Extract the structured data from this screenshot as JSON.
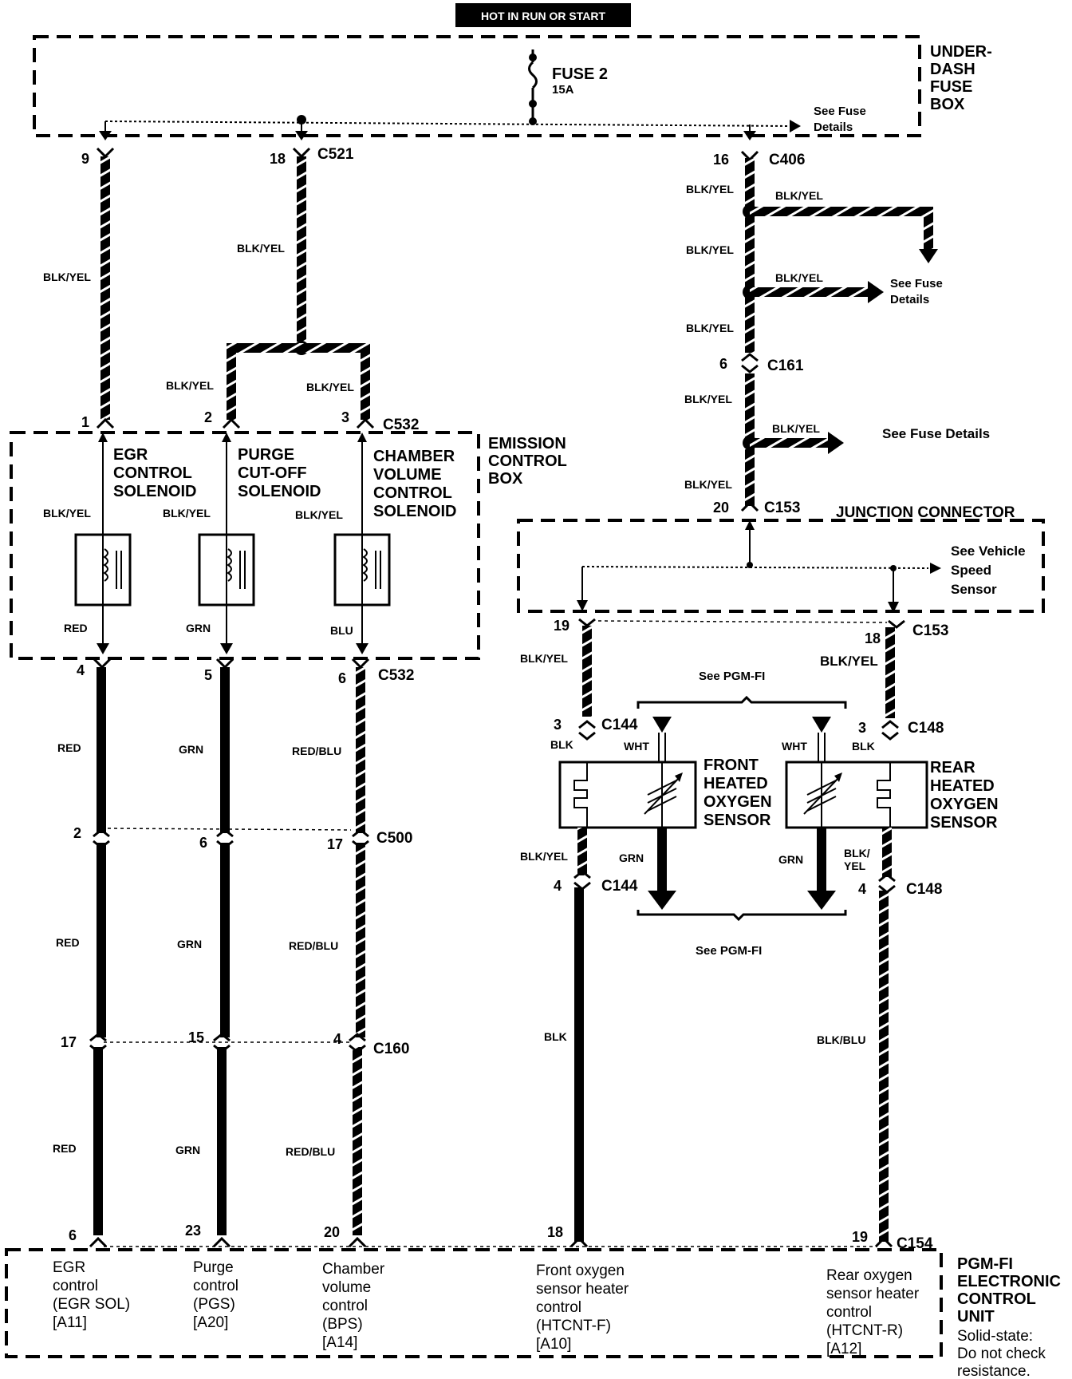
{
  "header": {
    "title": "HOT IN RUN OR START"
  },
  "fuse_box": {
    "label_lines": [
      "UNDER-",
      "DASH",
      "FUSE",
      "BOX"
    ],
    "fuse_name": "FUSE 2",
    "fuse_rating": "15A",
    "see_fuse_details": [
      "See Fuse",
      "Details"
    ]
  },
  "connectors": {
    "c521": {
      "name": "C521",
      "pin_a": "9",
      "pin_b": "18"
    },
    "c406": {
      "name": "C406",
      "pin": "16"
    },
    "c161": {
      "name": "C161",
      "pin": "6"
    },
    "c153_top": {
      "name": "C153",
      "pin": "20"
    },
    "c532_top": {
      "name": "C532",
      "pins": [
        "1",
        "2",
        "3"
      ]
    },
    "c532_bot": {
      "name": "C532",
      "pins": [
        "4",
        "5",
        "6"
      ]
    },
    "c500": {
      "name": "C500",
      "pins": [
        "2",
        "6",
        "17"
      ]
    },
    "c160": {
      "name": "C160",
      "pins": [
        "17",
        "15",
        "4"
      ]
    },
    "c153_bot": {
      "name": "C153",
      "pins": [
        "19",
        "18"
      ]
    },
    "c144_top": {
      "name": "C144",
      "pin": "3"
    },
    "c144_bot": {
      "name": "C144",
      "pin": "4"
    },
    "c148_top": {
      "name": "C148",
      "pin": "3"
    },
    "c148_bot": {
      "name": "C148",
      "pin": "4"
    },
    "c154": {
      "name": "C154",
      "pins": [
        "6",
        "23",
        "20",
        "18",
        "19"
      ]
    }
  },
  "wires": {
    "blk_yel": "BLK/YEL",
    "red": "RED",
    "grn": "GRN",
    "blu": "BLU",
    "red_blu": "RED/BLU",
    "blk": "BLK",
    "wht": "WHT",
    "blk_blu": "BLK/BLU",
    "blk_yel_split": [
      "BLK/",
      "YEL"
    ]
  },
  "notes": {
    "see_fuse_details_1": [
      "See Fuse",
      "Details"
    ],
    "see_fuse_details_2": "See Fuse Details",
    "see_pgm_fi_top": "See PGM-FI",
    "see_pgm_fi_bottom": "See PGM-FI",
    "see_vss": [
      "See Vehicle",
      "Speed",
      "Sensor"
    ]
  },
  "junction": {
    "label": "JUNCTION CONNECTOR"
  },
  "emission_box": {
    "label_lines": [
      "EMISSION",
      "CONTROL",
      "BOX"
    ]
  },
  "solenoids": {
    "egr": [
      "EGR",
      "CONTROL",
      "SOLENOID"
    ],
    "purge": [
      "PURGE",
      "CUT-OFF",
      "SOLENOID"
    ],
    "chamber": [
      "CHAMBER",
      "VOLUME",
      "CONTROL",
      "SOLENOID"
    ]
  },
  "sensors": {
    "front": [
      "FRONT",
      "HEATED",
      "OXYGEN",
      "SENSOR"
    ],
    "rear": [
      "REAR",
      "HEATED",
      "OXYGEN",
      "SENSOR"
    ]
  },
  "ecu": {
    "label_lines": [
      "PGM-FI",
      "ELECTRONIC",
      "CONTROL",
      "UNIT"
    ],
    "note_lines": [
      "Solid-state:",
      "Do not check",
      "resistance."
    ],
    "inputs": [
      {
        "lines": [
          "EGR",
          "control",
          "(EGR SOL)",
          "[A11]"
        ]
      },
      {
        "lines": [
          "Purge",
          "control",
          "(PGS)",
          "[A20]"
        ]
      },
      {
        "lines": [
          "Chamber",
          "volume",
          "control",
          "(BPS)",
          "[A14]"
        ]
      },
      {
        "lines": [
          "Front oxygen",
          "sensor heater",
          "control",
          "(HTCNT-F)",
          "[A10]"
        ]
      },
      {
        "lines": [
          "Rear oxygen",
          "sensor heater",
          "control",
          "(HTCNT-R)",
          "[A12]"
        ]
      }
    ]
  }
}
